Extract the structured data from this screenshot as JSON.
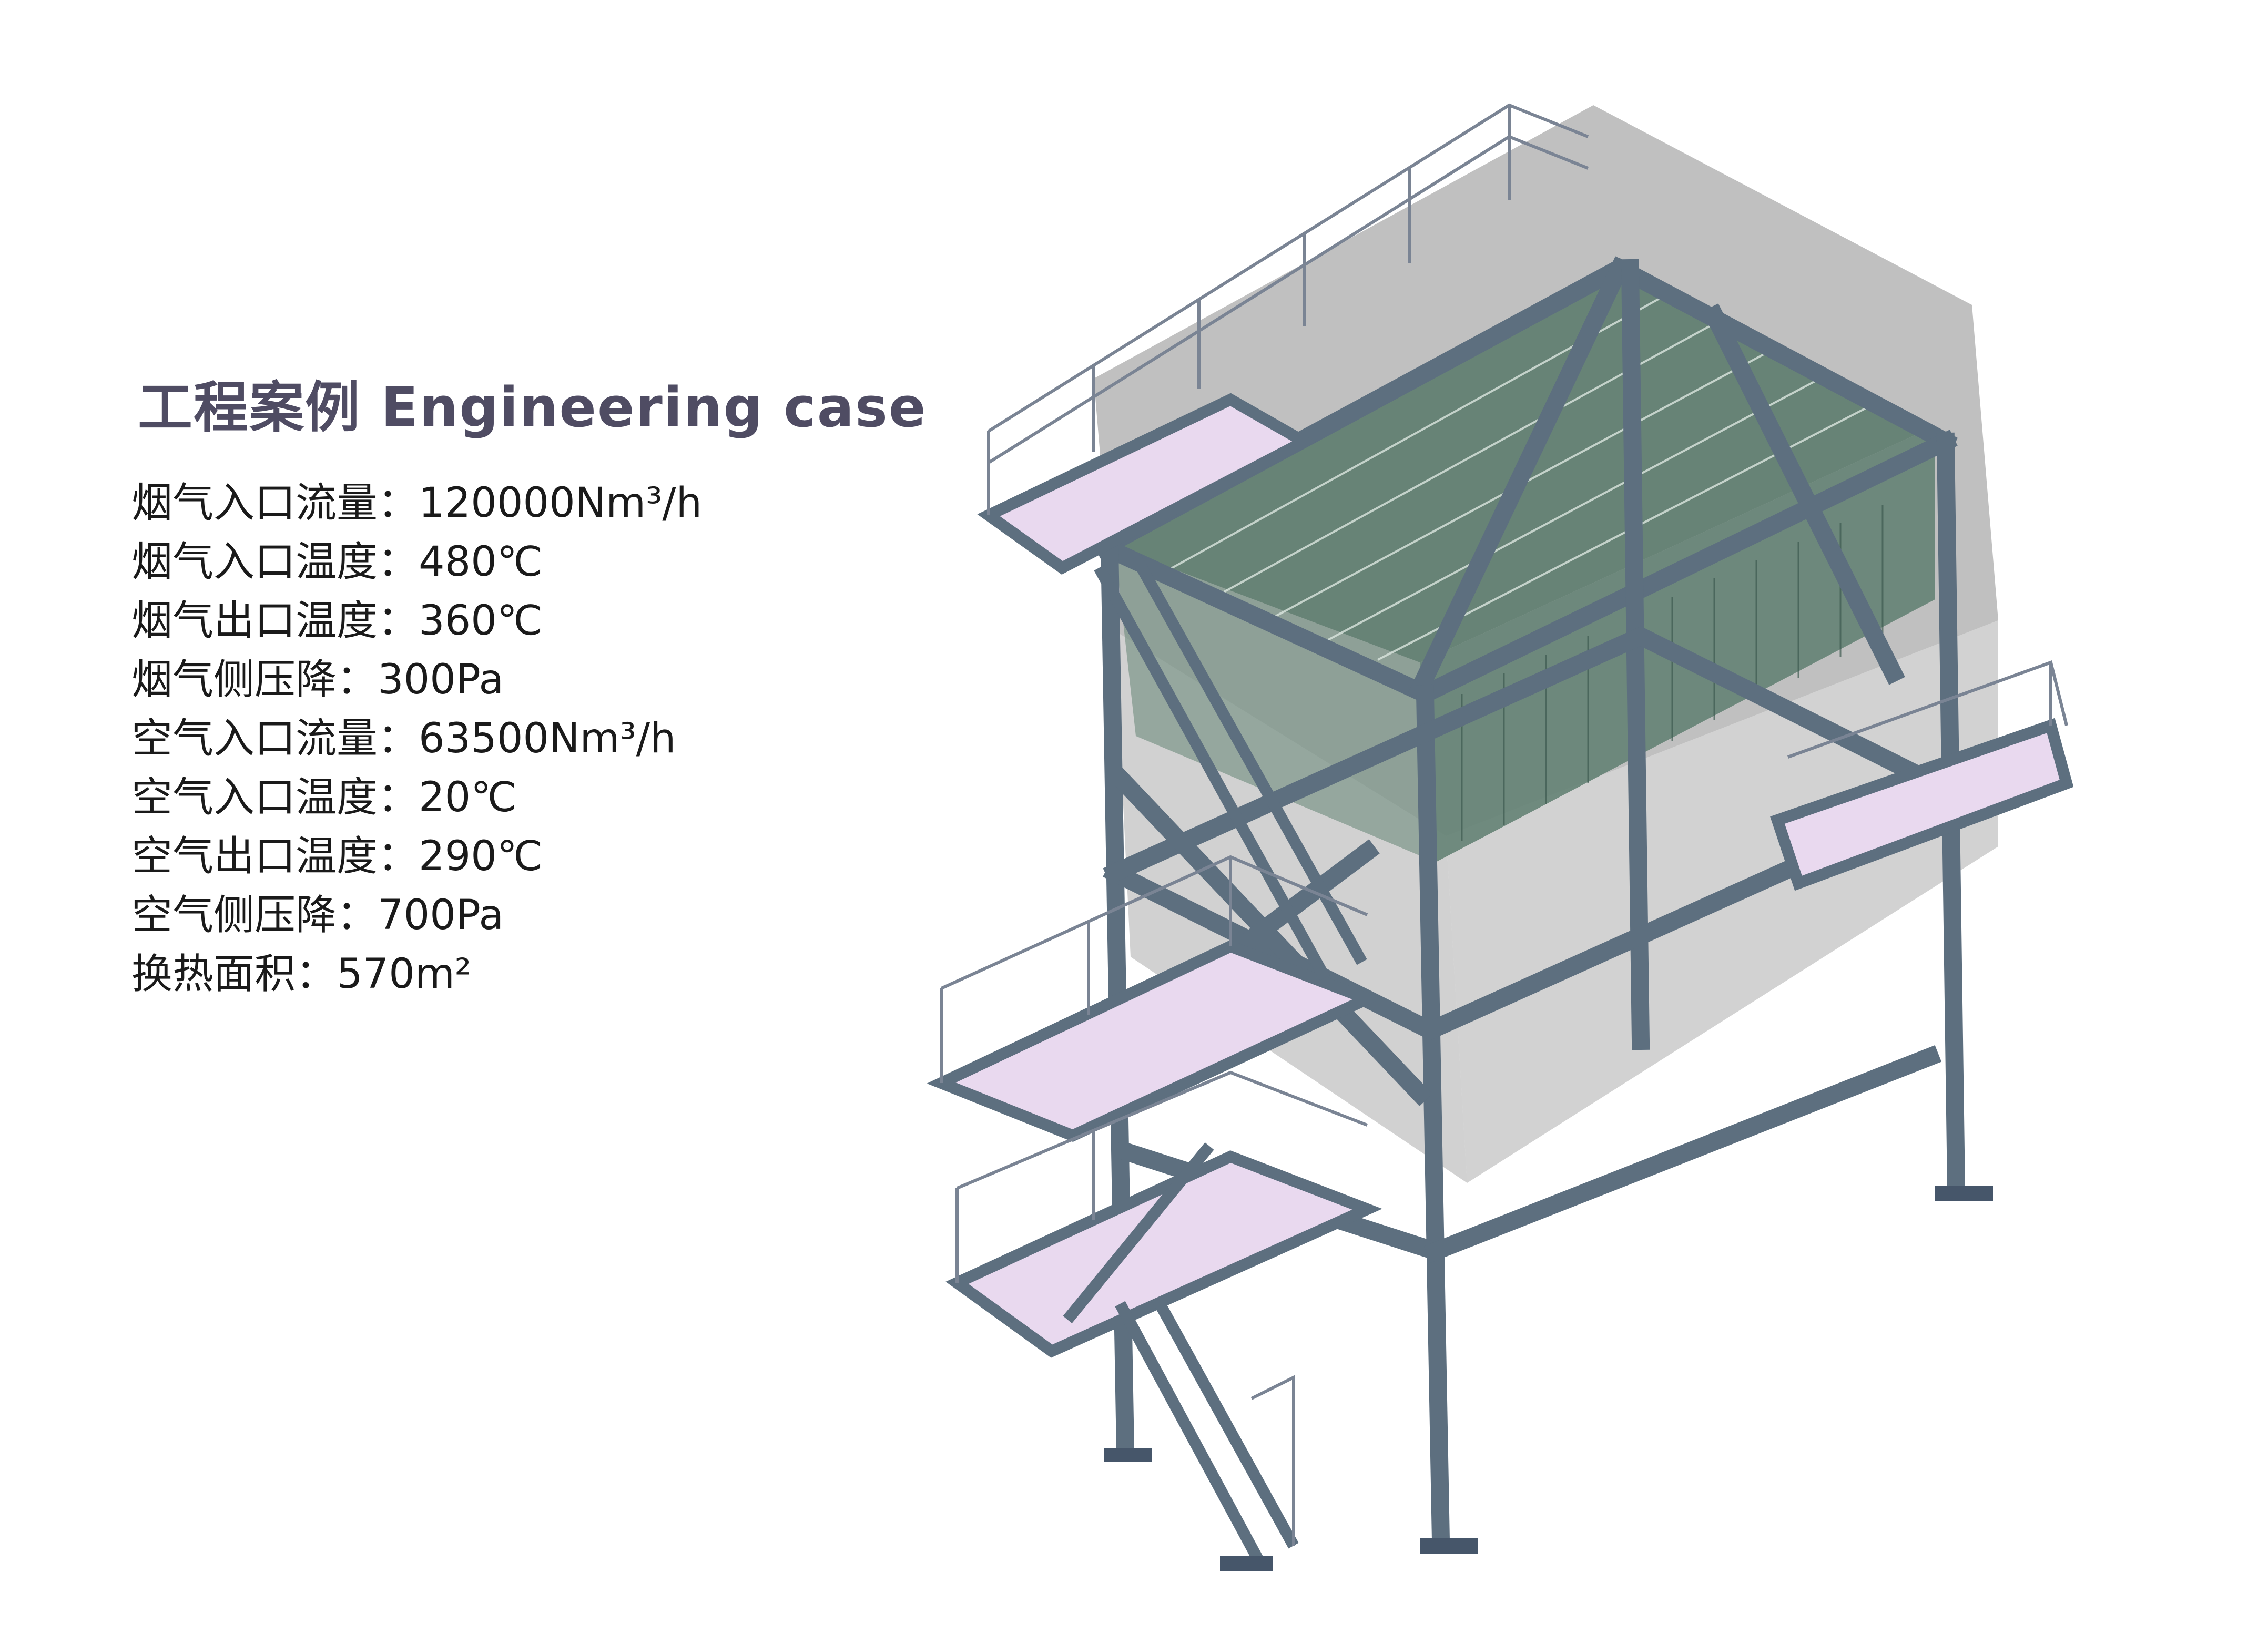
{
  "title": "工程案例  Engineering case",
  "specs": [
    "烟气入口流量：120000Nm³/h",
    "烟气入口温度：480℃",
    "烟气出口温度：360℃",
    "烟气侧压降：300Pa",
    "空气入口流量：63500Nm³/h",
    "空气入口温度：20℃",
    "空气出口温度：290℃",
    "空气侧压降：700Pa",
    "换热面积：570m²"
  ],
  "colors": {
    "title": "#4f4c63",
    "text": "#1a1a1a",
    "steel": "#5d6f7f",
    "steel_dark": "#46566a",
    "housing": "#8d8d8d",
    "panels": "#5d7c6e",
    "deck": "#e9d9ef",
    "railing": "#7a8494"
  }
}
